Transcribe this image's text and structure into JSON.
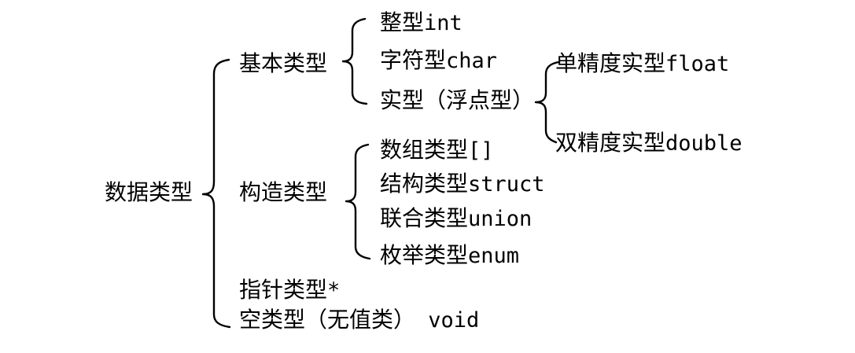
{
  "diagram": {
    "title": "C data types classification diagram",
    "root": {
      "zh": "数据类型",
      "code": ""
    },
    "level1": {
      "basic": {
        "zh": "基本类型",
        "code": ""
      },
      "construct": {
        "zh": "构造类型",
        "code": ""
      },
      "pointer": {
        "zh": "指针类型",
        "code": "*"
      },
      "void": {
        "zh": "空类型（无值类）",
        "code": " void"
      }
    },
    "basic_children": {
      "int": {
        "zh": "整型",
        "code": "int"
      },
      "char": {
        "zh": "字符型",
        "code": "char"
      },
      "real": {
        "zh": "实型（浮点型）",
        "code": ""
      }
    },
    "real_children": {
      "float": {
        "zh": "单精度实型",
        "code": "float"
      },
      "double": {
        "zh": "双精度实型",
        "code": "double"
      }
    },
    "construct_children": {
      "array": {
        "zh": "数组类型",
        "code": "[]"
      },
      "struct": {
        "zh": "结构类型",
        "code": "struct"
      },
      "union": {
        "zh": "联合类型",
        "code": "union"
      },
      "enum": {
        "zh": "枚举类型",
        "code": "enum"
      }
    },
    "colors": {
      "text": "#000000",
      "brace": "#000000",
      "background": "#ffffff"
    }
  }
}
